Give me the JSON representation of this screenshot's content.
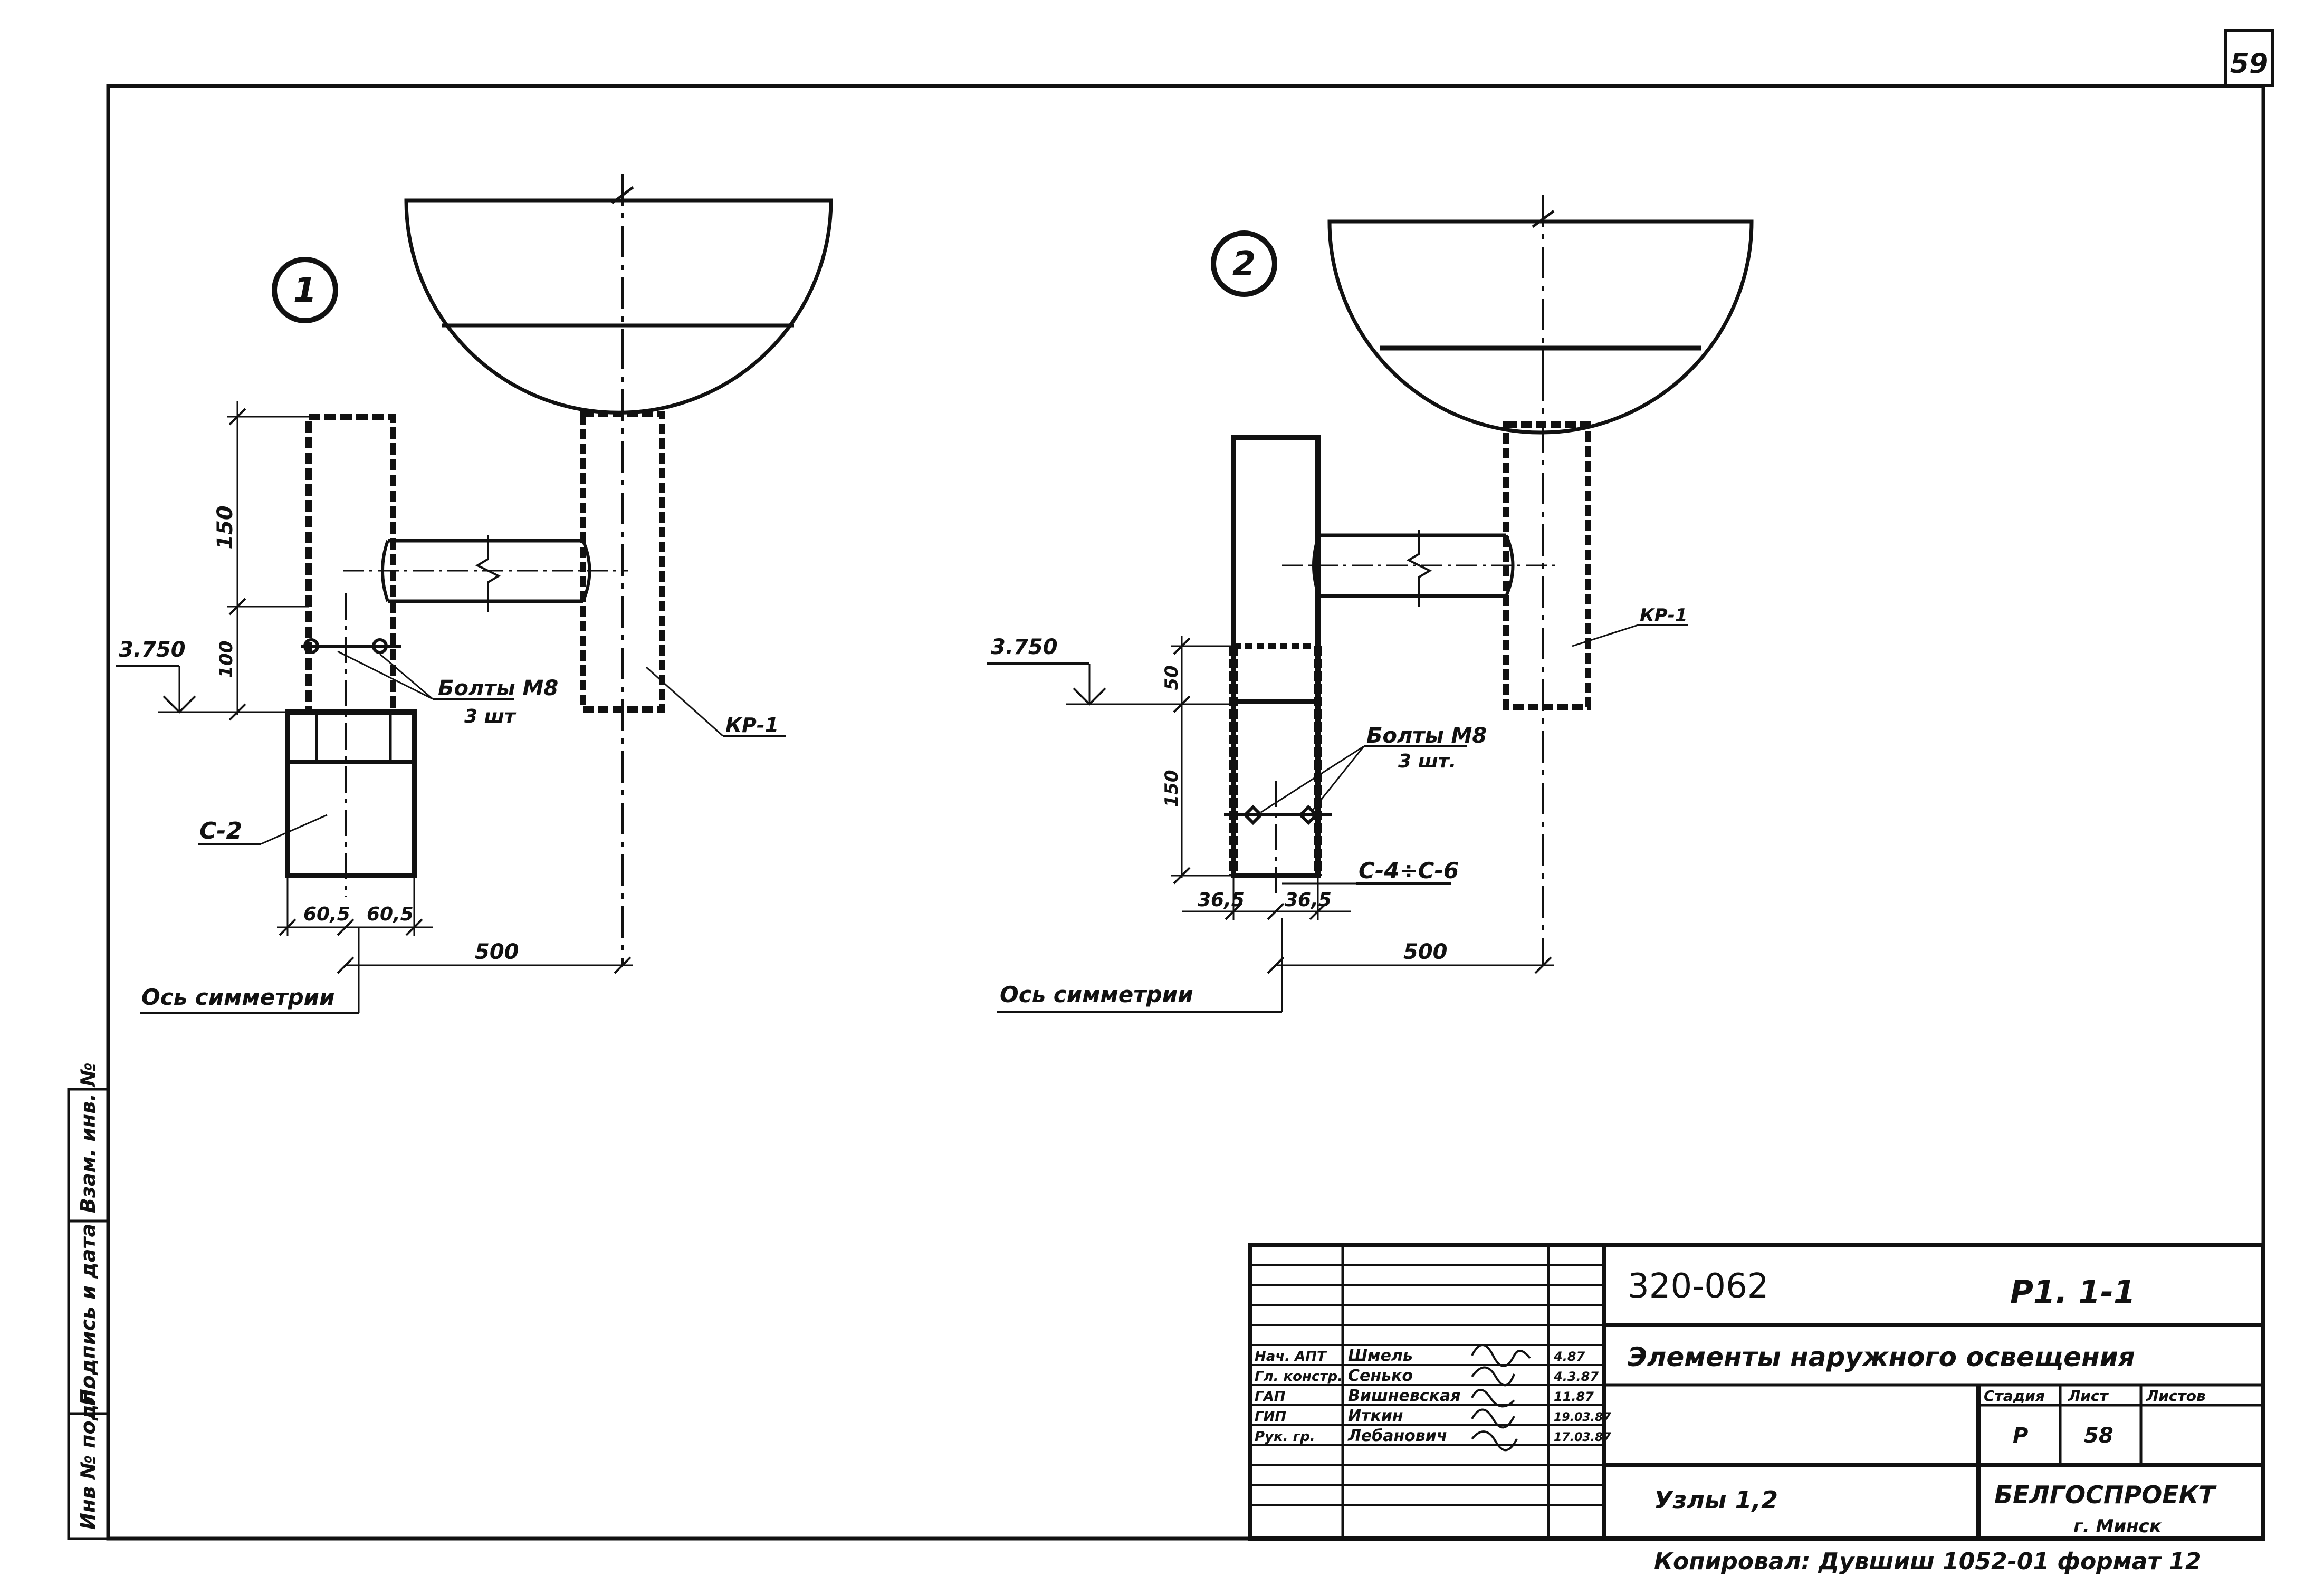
{
  "sheet": {
    "sheet_number": "59",
    "copied_line": "Копировал: Дувшиш 1052-01 формат 12"
  },
  "margin": {
    "inventory": "Инв № подл.",
    "signature": "Подпись и дата",
    "replace": "Взам. инв. №"
  },
  "detail1": {
    "callout": "1",
    "dim_150": "150",
    "dim_100": "100",
    "elevation": "3.750",
    "bolts": "Болты М8",
    "bolts_qty": "3 шт",
    "part_c2": "С-2",
    "dim_605_left": "60,5",
    "dim_605_right": "60,5",
    "dim_500": "500",
    "part_kp1": "КР-1",
    "axis": "Ось симметрии"
  },
  "detail2": {
    "callout": "2",
    "elevation": "3.750",
    "dim_50": "50",
    "dim_150": "150",
    "bolts": "Болты М8",
    "bolts_qty": "3 шт.",
    "part_c4": "С-4÷С-6",
    "dim_365_left": "36,5",
    "dim_365_right": "36,5",
    "dim_500": "500",
    "part_kp1": "КР-1",
    "axis": "Ось симметрии"
  },
  "title_block": {
    "code": "320-062",
    "sheet_ref": "Р1. 1-1",
    "title": "Элементы наружного освещения",
    "subtitle": "Узлы 1,2",
    "stage_header": "Стадия",
    "sheet_header": "Лист",
    "sheets_header": "Листов",
    "stage": "Р",
    "sheet": "58",
    "org": "БЕЛГОСПРОЕКТ",
    "city": "г. Минск",
    "staff": [
      {
        "role": "Нач. АПТ",
        "name": "Шмель",
        "date": "4.87"
      },
      {
        "role": "Гл. констр.",
        "name": "Сенько",
        "date": "4.3.87"
      },
      {
        "role": "ГАП",
        "name": "Вишневская",
        "date": "11.87"
      },
      {
        "role": "ГИП",
        "name": "Иткин",
        "date": "19.03.87"
      },
      {
        "role": "Рук. гр.",
        "name": "Лебанович",
        "date": "17.03.87"
      }
    ]
  }
}
